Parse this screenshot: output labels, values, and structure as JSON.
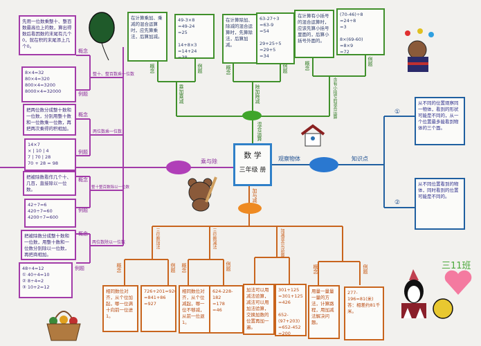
{
  "center": {
    "title": "数 学",
    "subtitle": "三年级 册"
  },
  "left": {
    "branch_label": "乘与除",
    "topics": [
      {
        "name": "整十、整百数乘一位数",
        "concept_label": "概念",
        "example_label": "例题",
        "concept": "先用一位数乘整十、整百数最高位上的数，算出得数后看因数的末尾有几个0，就在积的末尾添上几个0。",
        "example": "8×4=32\n80×4=320\n800×4=3200\n8000×4=32000"
      },
      {
        "name": "两位数乘一位数",
        "concept_label": "概念",
        "example_label": "例题",
        "concept": "把两位数分成整十数和一位数，分别用整十数和一位数乘一位数，再把两次乘得的积相加。",
        "example": "14×7\n× | 10 | 4\n7 | 70 | 28\n70 + 28 = 98"
      },
      {
        "name": "整十整百数除以一位数",
        "concept_label": "概念",
        "example_label": "例题",
        "concept": "把被除数看作几个十、几百，直接除以一位数。",
        "example": "42÷7=6\n420÷7=60\n4200÷7=600"
      },
      {
        "name": "两位数除以一位数",
        "concept_label": "概念",
        "example_label": "例题",
        "concept": "把被除数分成整十数和一位数，用整十数和一位数分别除以一位数，再把商相加。",
        "example": "48÷4=12\n① 40÷4=10\n② 8÷4=2\n③ 10+2=12"
      }
    ]
  },
  "top": {
    "branch_label": "混合运算",
    "topics": [
      {
        "name": "乘加乘减",
        "concept_label": "概念",
        "example_label": "例题",
        "concept": "在计算乘加、乘减的混合运算时，应先算乘法，后算加减。",
        "example": "49-3×8\n=49-24\n=25\n\n14+8×3\n=14+24\n=38"
      },
      {
        "name": "除加除减",
        "concept_label": "概念",
        "example_label": "例题",
        "concept": "在计算除加、除减的混合运算时，先算除法，后算加减。",
        "example": "63-27÷3\n=63-9\n=54\n\n29+25÷5\n=29+5\n=34"
      },
      {
        "name": "含有小括号的混合运算",
        "concept_label": "概念",
        "example_label": "例题",
        "concept": "在计算有小括号的混合运算时，应该先算小括号里面的，后算小括号外面的。",
        "example": "(70-46)÷8\n=24÷8\n=3\n\n8×(69-60)\n=8×9\n=72"
      }
    ]
  },
  "right": {
    "branch_label": "观察物体",
    "sub_label": "知识点",
    "points": [
      {
        "marker": "①",
        "text": "从不同的位置观察同一物体，看到的形状可能是不同的，从一个位置最多能看到物体的三个面。"
      },
      {
        "marker": "②",
        "text": "从不同位置看到的物体，同时看到的位置可能是不同的。"
      }
    ]
  },
  "bottom": {
    "branch_label": "加与减",
    "topics": [
      {
        "name": "三位数加法",
        "concept_label": "概念",
        "example_label": "例题",
        "concept": "相同数位对齐，从个位加起，哪一位满十向前一位进1。",
        "example": "726+201=926\n=841+86\n=927"
      },
      {
        "name": "三位数减法",
        "concept_label": "概念",
        "example_label": "例题",
        "concept": "相同数位对齐，从个位减起，哪一位不够减，从前一位退1。",
        "example": "624-228-182\n=178\n=46"
      },
      {
        "name": "加减混合与验算",
        "concept_label": "概念",
        "example_label": "例题",
        "concept": "加法可以用减法验算，减法可以用加法验算，交换加数的位置再加一遍。",
        "example": "301+125\n=301+125\n=426\n\n652-(97+203)\n=652-452\n=200",
        "extra": "用量一量量一量的方法，计算路程，用加减法解决问题。",
        "extra2": "277-196=81(米)\n答：相差约81千米。"
      }
    ]
  },
  "decorations": {
    "class_label": "三11班"
  },
  "colors": {
    "purple": "#a23aa8",
    "green": "#3f8f2a",
    "blue": "#1f5fa0",
    "orange": "#c8641c"
  }
}
